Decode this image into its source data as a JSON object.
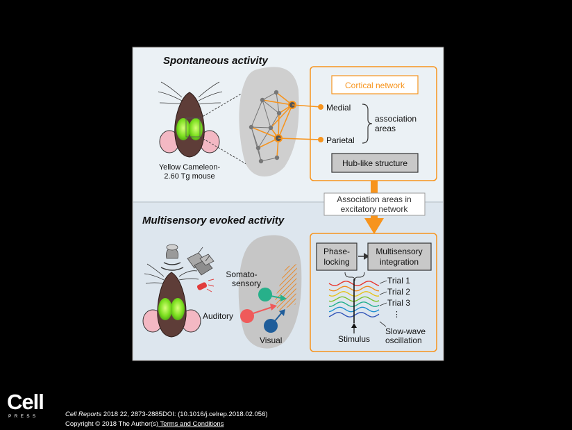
{
  "figure": {
    "top_panel": {
      "title": "Spontaneous activity",
      "mouse_label_line1": "Yellow Cameleon-",
      "mouse_label_line2": "2.60 Tg mouse",
      "cortical_network_label": "Cortical network",
      "medial_label": "Medial",
      "parietal_label": "Parietal",
      "association_line1": "association",
      "association_line2": "areas",
      "hub_label": "Hub-like structure"
    },
    "connector": {
      "line1": "Association areas in",
      "line2": "excitatory network"
    },
    "bottom_panel": {
      "title": "Multisensory evoked activity",
      "somato_line1": "Somato-",
      "somato_line2": "sensory",
      "auditory_label": "Auditory",
      "visual_label": "Visual",
      "phase_line1": "Phase-",
      "phase_line2": "locking",
      "multi_line1": "Multisensory",
      "multi_line2": "integration",
      "trial1": "Trial 1",
      "trial2": "Trial 2",
      "trial3": "Trial 3",
      "ellipsis": "⋮",
      "stimulus_label": "Stimulus",
      "slow_line1": "Slow-wave",
      "slow_line2": "oscillation"
    },
    "colors": {
      "orange": "#f7941d",
      "top_bg": "#ebf1f5",
      "bottom_bg": "#dde6ee",
      "green_brain": "#7ee021",
      "somato": "#27b08a",
      "auditory": "#ef5a5a",
      "visual": "#1f5d9a"
    }
  },
  "footer": {
    "journal": "Cell Reports",
    "citation": " 2018 22, 2873-2885DOI: (10.1016/j.celrep.2018.02.056)",
    "copyright": "Copyright © 2018 The Author(s)",
    "terms_link": " Terms and Conditions"
  },
  "logo": {
    "word": "Cell",
    "press": "PRESS"
  }
}
